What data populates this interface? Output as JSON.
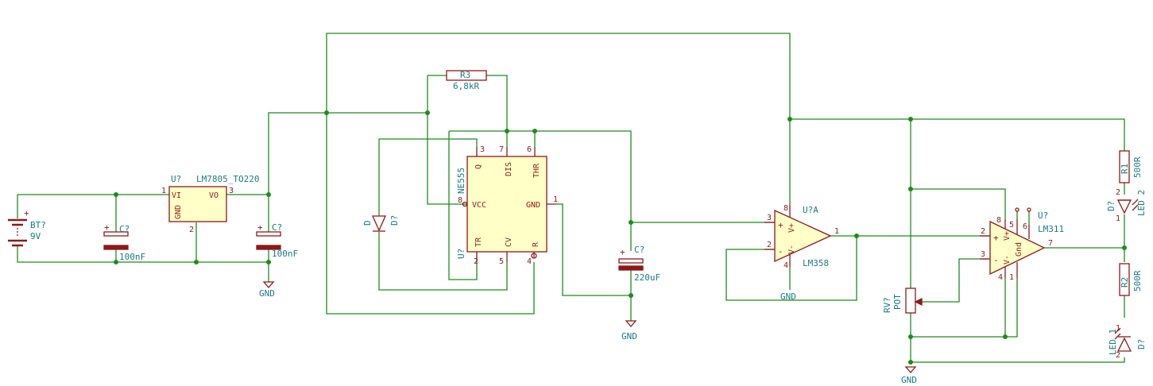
{
  "components": {
    "bt": {
      "ref": "BT?",
      "value": "9V"
    },
    "c1": {
      "ref": "C?",
      "value": "100nF"
    },
    "c2": {
      "ref": "C?",
      "value": "100nF"
    },
    "c3": {
      "ref": "C?",
      "value": "220uF"
    },
    "reg": {
      "ref": "U?",
      "value": "LM7805_TO220",
      "pins": {
        "vi": "VI",
        "vo": "VO",
        "gnd": "GND",
        "n1": "1",
        "n2": "2",
        "n3": "3"
      }
    },
    "timer": {
      "ref": "U?",
      "value": "NE555",
      "pins": {
        "q": "Q",
        "dis": "DIS",
        "thr": "THR",
        "vcc": "VCC",
        "gnd": "GND",
        "tr": "TR",
        "cv": "CV",
        "r": "R",
        "n1": "1",
        "n2": "2",
        "n3": "3",
        "n4": "4",
        "n5": "5",
        "n6": "6",
        "n7": "7",
        "n8": "8"
      }
    },
    "r3": {
      "ref": "R3",
      "value": "6,8kR"
    },
    "d1": {
      "ref": "D?",
      "value": "D"
    },
    "opamp": {
      "ref": "U?A",
      "value": "LM358",
      "pins": {
        "vplus": "V+",
        "vminus": "V-",
        "n1": "1",
        "n2": "2",
        "n3": "3",
        "n4": "4",
        "n8": "8"
      }
    },
    "comp": {
      "ref": "U?",
      "value": "LM311",
      "pins": {
        "vplus": "V+",
        "vminus": "V-",
        "gnd": "Gnd",
        "n1": "1",
        "n2": "2",
        "n3": "3",
        "n4": "4",
        "n5": "5",
        "n6": "6",
        "n7": "7",
        "n8": "8"
      }
    },
    "rv": {
      "ref": "RV?",
      "value": "POT"
    },
    "r1": {
      "ref": "R1",
      "value": "500R"
    },
    "r2": {
      "ref": "R2",
      "value": "500R"
    },
    "led2": {
      "ref": "D?",
      "value": "LED 2",
      "n1": "1",
      "n2": "2"
    },
    "led1": {
      "ref": "D?",
      "value": "LED 1",
      "n1": "1",
      "n2": "2"
    }
  },
  "gnd_label": "GND",
  "plus": "+",
  "minus": "-"
}
